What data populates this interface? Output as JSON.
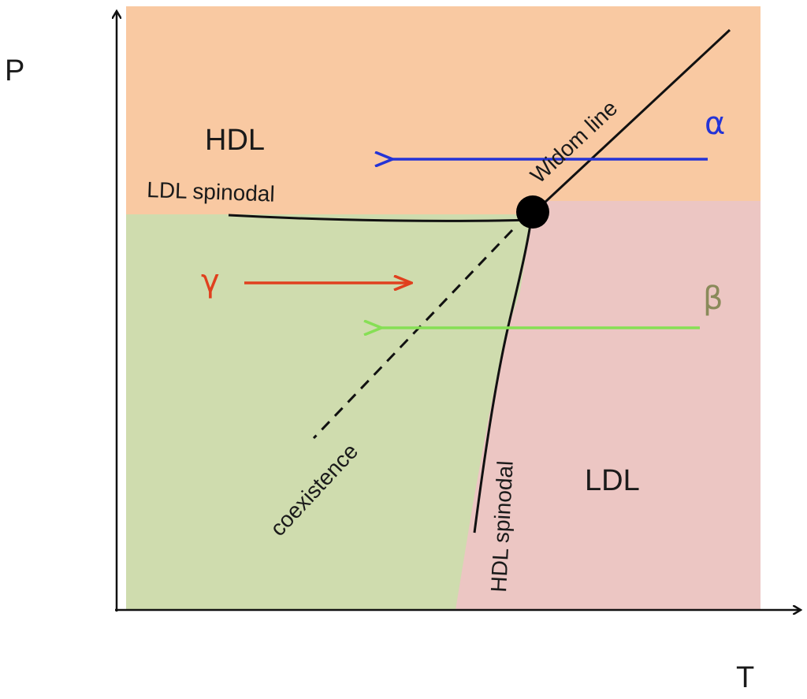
{
  "axes": {
    "y_label": "P",
    "x_label": "T"
  },
  "regions": {
    "hdl": "HDL",
    "ldl": "LDL"
  },
  "curves": {
    "ldl_spinodal": "LDL spinodal",
    "hdl_spinodal": "HDL spinodal",
    "widom_line": "Widom line",
    "coexistence": "coexistence"
  },
  "paths": {
    "alpha": "α",
    "beta": "β",
    "gamma": "γ"
  },
  "colors": {
    "hdl_region": "#f9c9a2",
    "ldl_region": "#ecc6c3",
    "coexist_region": "#cfdcae",
    "alpha": "#2433d6",
    "beta": "#8a8a5a",
    "beta_arrow": "#86df55",
    "gamma": "#e0401e",
    "line": "#111111"
  }
}
